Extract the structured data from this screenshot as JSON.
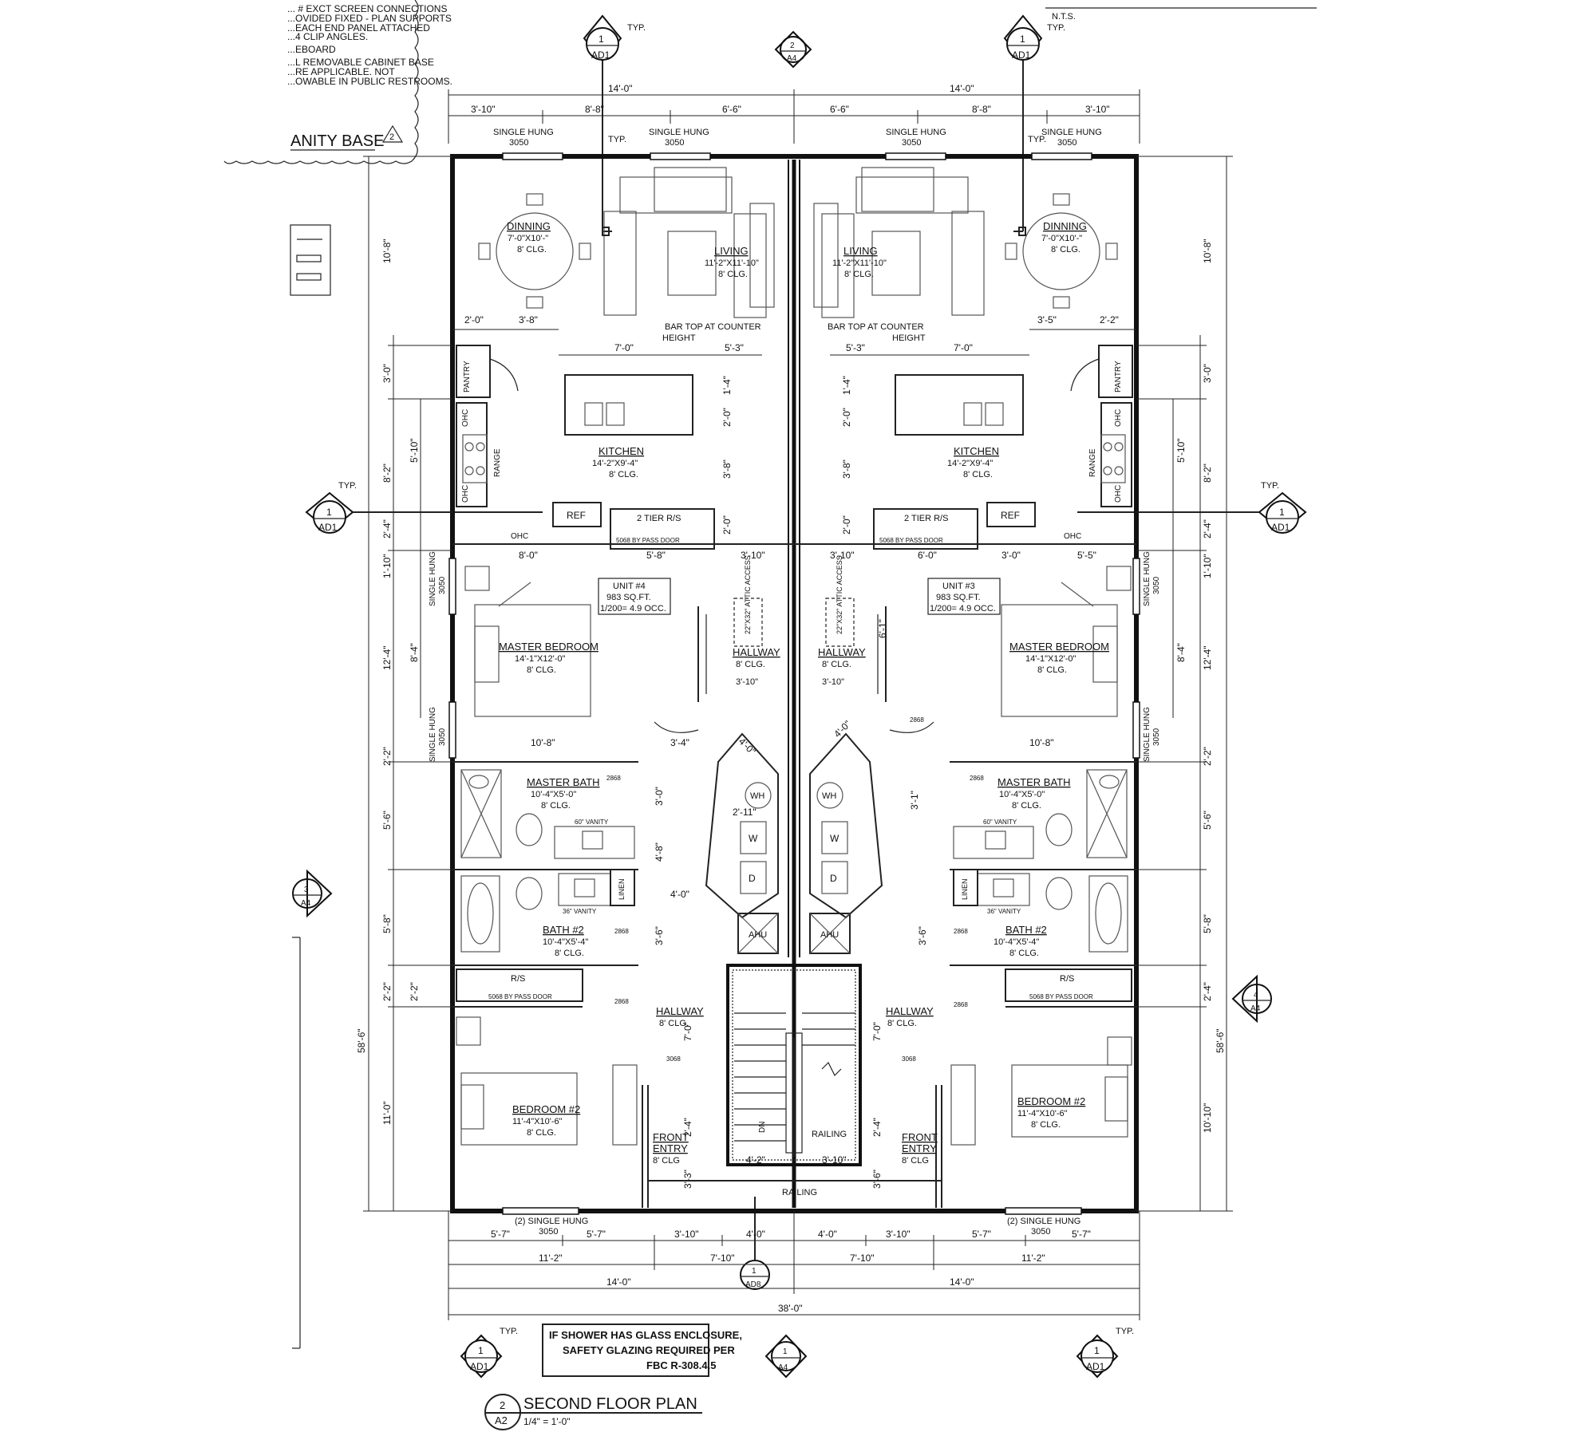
{
  "notes_top_left": [
    "... # EXCT SCREEN CONNECTIONS",
    "...OVIDED FIXED - PLAN SUPPORTS",
    "...EACH END PANEL ATTACHED",
    "...4 CLIP ANGLES.",
    "...EBOARD",
    "...L REMOVABLE CABINET BASE",
    "...RE APPLICABLE. NOT",
    "...OWABLE IN PUBLIC RESTROOMS."
  ],
  "vanity_base_label": "ANITY BASE",
  "vanity_base_rev": "2",
  "nts_label": "N.T.S.",
  "typ": "TYP.",
  "section_tags": {
    "ad1_num": "1",
    "ad1_sheet": "AD1",
    "a4_2_num": "2",
    "a4_sheet": "A4",
    "a4_3_num": "3",
    "a4_4_num": "4",
    "a4_1_num": "1",
    "ad8_num": "1",
    "ad8_sheet": "AD8"
  },
  "top_dims": {
    "left_total": "14'-0\"",
    "right_total": "14'-0\"",
    "l1": "3'-10\"",
    "l2": "8'-8\"",
    "l3": "6'-6\"",
    "r1": "6'-6\"",
    "r2": "8'-8\"",
    "r3": "3'-10\""
  },
  "windows": {
    "single_hung": "SINGLE HUNG",
    "size": "3050",
    "two_single_hung": "(2) SINGLE HUNG"
  },
  "left_side_dims": [
    "10'-8\"",
    "3'-0\"",
    "5'-10\"",
    "8'-2\"",
    "2'-4\"",
    "1'-10\"",
    "8'-4\"",
    "12'-4\"",
    "2'-2\"",
    "5'-6\"",
    "5'-8\"",
    "2'-2\"",
    "2'-2\"",
    "11'-0\"",
    "58'-6\""
  ],
  "right_side_dims": [
    "10'-8\"",
    "3'-0\"",
    "5'-10\"",
    "8'-2\"",
    "2'-4\"",
    "1'-10\"",
    "8'-4\"",
    "12'-4\"",
    "2'-2\"",
    "5'-6\"",
    "5'-8\"",
    "2'-4\"",
    "10'-10\"",
    "58'-6\""
  ],
  "unit4": {
    "dining": "DINNING",
    "dining_size": "7'-0\"X10'-\"",
    "dining_clg": "8' CLG.",
    "living": "LIVING",
    "living_size": "11'-2\"X11'-10\"",
    "living_clg": "8' CLG.",
    "bar_top": "BAR TOP AT COUNTER",
    "height": "HEIGHT",
    "pantry": "PANTRY",
    "ohc": "OHC",
    "range": "RANGE",
    "ref": "REF",
    "tier": "2 TIER R/S",
    "bypass": "5068 BY PASS DOOR",
    "kitchen": "KITCHEN",
    "kitchen_size": "14'-2\"X9'-4\"",
    "kitchen_clg": "8' CLG.",
    "unit": "UNIT #4",
    "sqft": "983 SQ.FT.",
    "occ": "1/200= 4.9 OCC.",
    "attic": "22\"X32\" ATTIC ACCESS",
    "master": "MASTER BEDROOM",
    "master_size": "14'-1\"X12'-0\"",
    "master_clg": "8' CLG.",
    "hallway": "HALLWAY",
    "hall_clg": "8' CLG.",
    "hall_w": "3'-10\"",
    "mbath": "MASTER BATH",
    "mbath_size": "10'-4\"X5'-0\"",
    "mbath_clg": "8' CLG.",
    "vanity60": "60\" VANITY",
    "vanity36": "36\" VANITY",
    "linen": "LINEN",
    "wh": "WH",
    "w": "W",
    "d": "D",
    "ahu": "AHU",
    "bath2": "BATH #2",
    "bath2_size": "10'-4\"X5'-4\"",
    "bath2_clg": "8' CLG.",
    "rs": "R/S",
    "bed2": "BEDROOM #2",
    "bed2_size": "11'-4\"X10'-6\"",
    "bed2_clg": "8' CLG.",
    "front": "FRONT",
    "entry": "ENTRY",
    "entry_clg": "8' CLG",
    "hall2": "HALLWAY",
    "hall2_clg": "8' CLG.",
    "door": "2868",
    "door2": "3068",
    "mb_w": "10'-8\""
  },
  "unit3": {
    "dining_size": "7'-0\"X10'-\"",
    "living_size": "11'-2\"X11'-10\"",
    "unit": "UNIT #3",
    "bed2_size": "11'-4\"X10'-6\"",
    "front": "FRONT",
    "entry": "ENTRY"
  },
  "interior_dims": {
    "d2_0": "2'-0\"",
    "d3_8": "3'-8\"",
    "d3_5": "3'-5\"",
    "d2_2": "2'-2\"",
    "d7_0": "7'-0\"",
    "d5_3": "5'-3\"",
    "d1_4": "1'-4\"",
    "d2_0v": "2'-0\"",
    "d3_8v": "3'-8\"",
    "d8_0": "8'-0\"",
    "d5_8": "5'-8\"",
    "d3_10": "3'-10\"",
    "d6_0": "6'-0\"",
    "d3_0": "3'-0\"",
    "d5_5": "5'-5\"",
    "d4_0": "4'-0\"",
    "d3_4": "3'-4\"",
    "d2_11": "2'-11\"",
    "d4_8": "4'-8\"",
    "d3_6": "3'-6\"",
    "d7_0v": "7'-0\"",
    "d2_4": "2'-4\"",
    "d3_3": "3'-3\"",
    "d4_2": "4'-2\"",
    "d3_10b": "3'-10\"",
    "railing": "RAILING",
    "dn": "DN",
    "d3_1": "3'-1\"",
    "d6_1": "6'-1\""
  },
  "bottom_dims": {
    "row1": [
      "5'-7\"",
      "5'-7\"",
      "3'-10\"",
      "4'-0\"",
      "4'-0\"",
      "3'-10\"",
      "5'-7\"",
      "5'-7\""
    ],
    "row2": [
      "11'-2\"",
      "7'-10\"",
      "7'-10\"",
      "11'-2\""
    ],
    "row3": [
      "14'-0\"",
      "14'-0\""
    ],
    "total": "38'-0\""
  },
  "note_box": [
    "IF SHOWER HAS GLASS ENCLOSURE,",
    "SAFETY GLAZING REQUIRED PER",
    "FBC R-308.4.5"
  ],
  "title": {
    "num": "2",
    "sheet": "A2",
    "name": "SECOND FLOOR PLAN",
    "scale": "1/4\" = 1'-0\""
  }
}
